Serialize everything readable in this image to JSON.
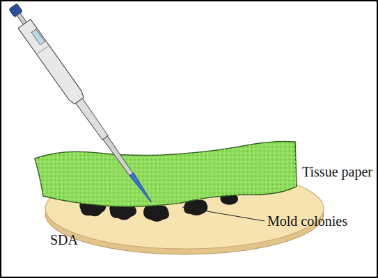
{
  "diagram": {
    "labels": [
      "Tissue paper",
      "Mold colonies",
      "SDA"
    ]
  }
}
